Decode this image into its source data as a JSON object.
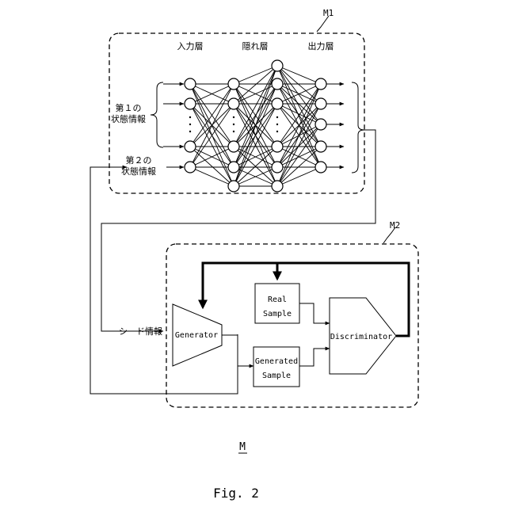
{
  "labels": {
    "m1_ref": "M1",
    "m2_ref": "M2",
    "input_layer": "入力層",
    "hidden_layer": "隠れ層",
    "output_layer": "出力層",
    "first_state_line1": "第１の",
    "first_state_line2": "状態情報",
    "second_state_line1": "第２の",
    "second_state_line2": "状態情報",
    "seed_info": "シード情報",
    "generator": "Generator",
    "real_line1": "Real",
    "real_line2": "Sample",
    "generated_line1": "Generated",
    "generated_line2": "Sample",
    "discriminator": "Discriminator",
    "model_ref": "M",
    "figure_caption": "Fig. 2"
  }
}
